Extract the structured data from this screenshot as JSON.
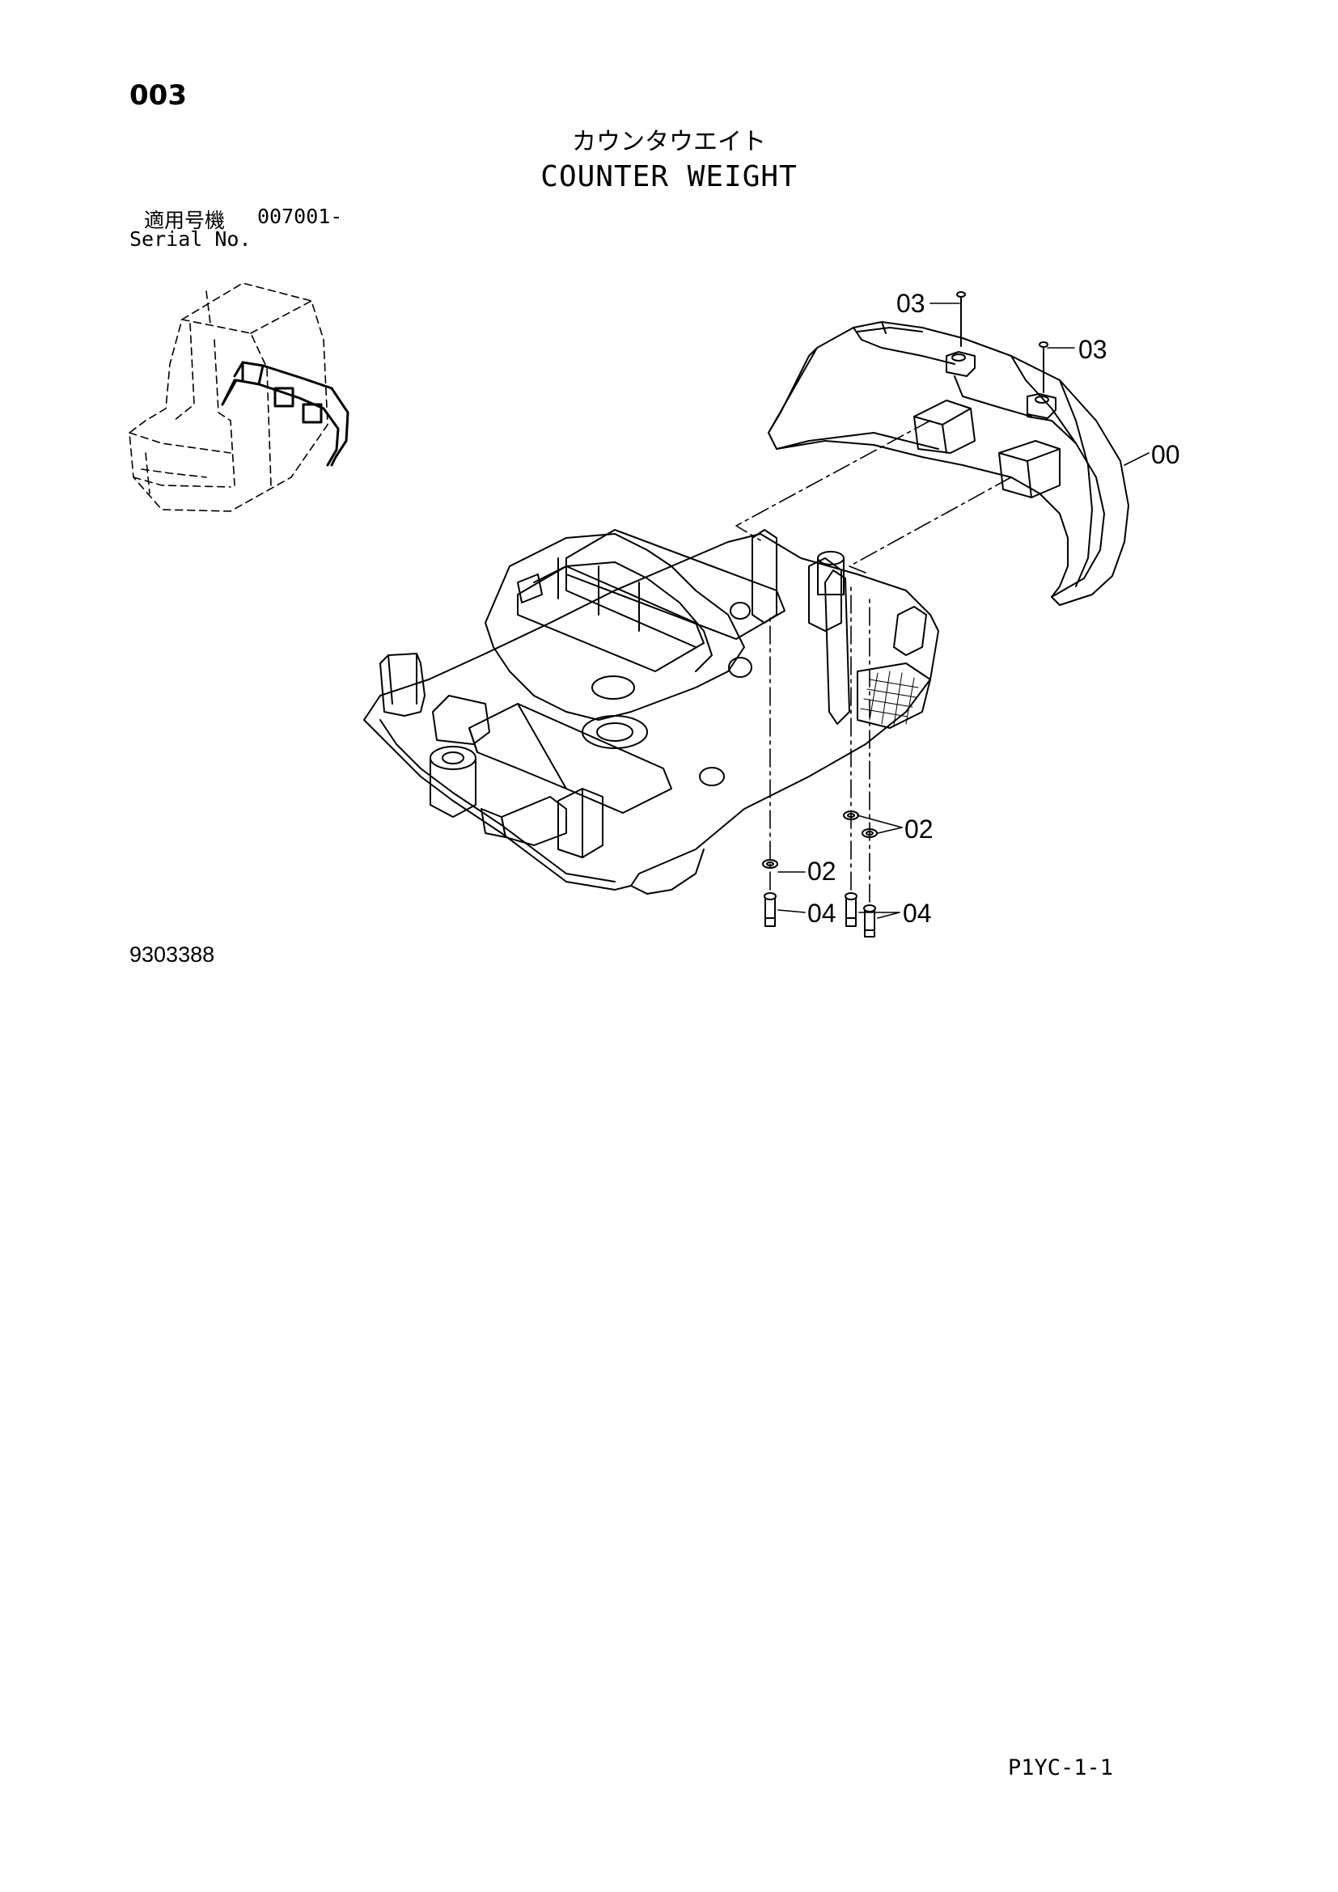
{
  "header": {
    "page_number": "003",
    "title_jp": "カウンタウエイト",
    "title_en": "COUNTER WEIGHT",
    "serial_label_jp": "適用号機",
    "serial_value": "007001-",
    "serial_label_en": "Serial No."
  },
  "callouts": [
    {
      "id": "c03a",
      "label": "03"
    },
    {
      "id": "c03b",
      "label": "03"
    },
    {
      "id": "c00",
      "label": "00"
    },
    {
      "id": "c02a",
      "label": "02"
    },
    {
      "id": "c02b",
      "label": "02"
    },
    {
      "id": "c04a",
      "label": "04"
    },
    {
      "id": "c04b",
      "label": "04"
    }
  ],
  "footer": {
    "drawing_number": "9303388",
    "page_code": "P1YC-1-1"
  }
}
